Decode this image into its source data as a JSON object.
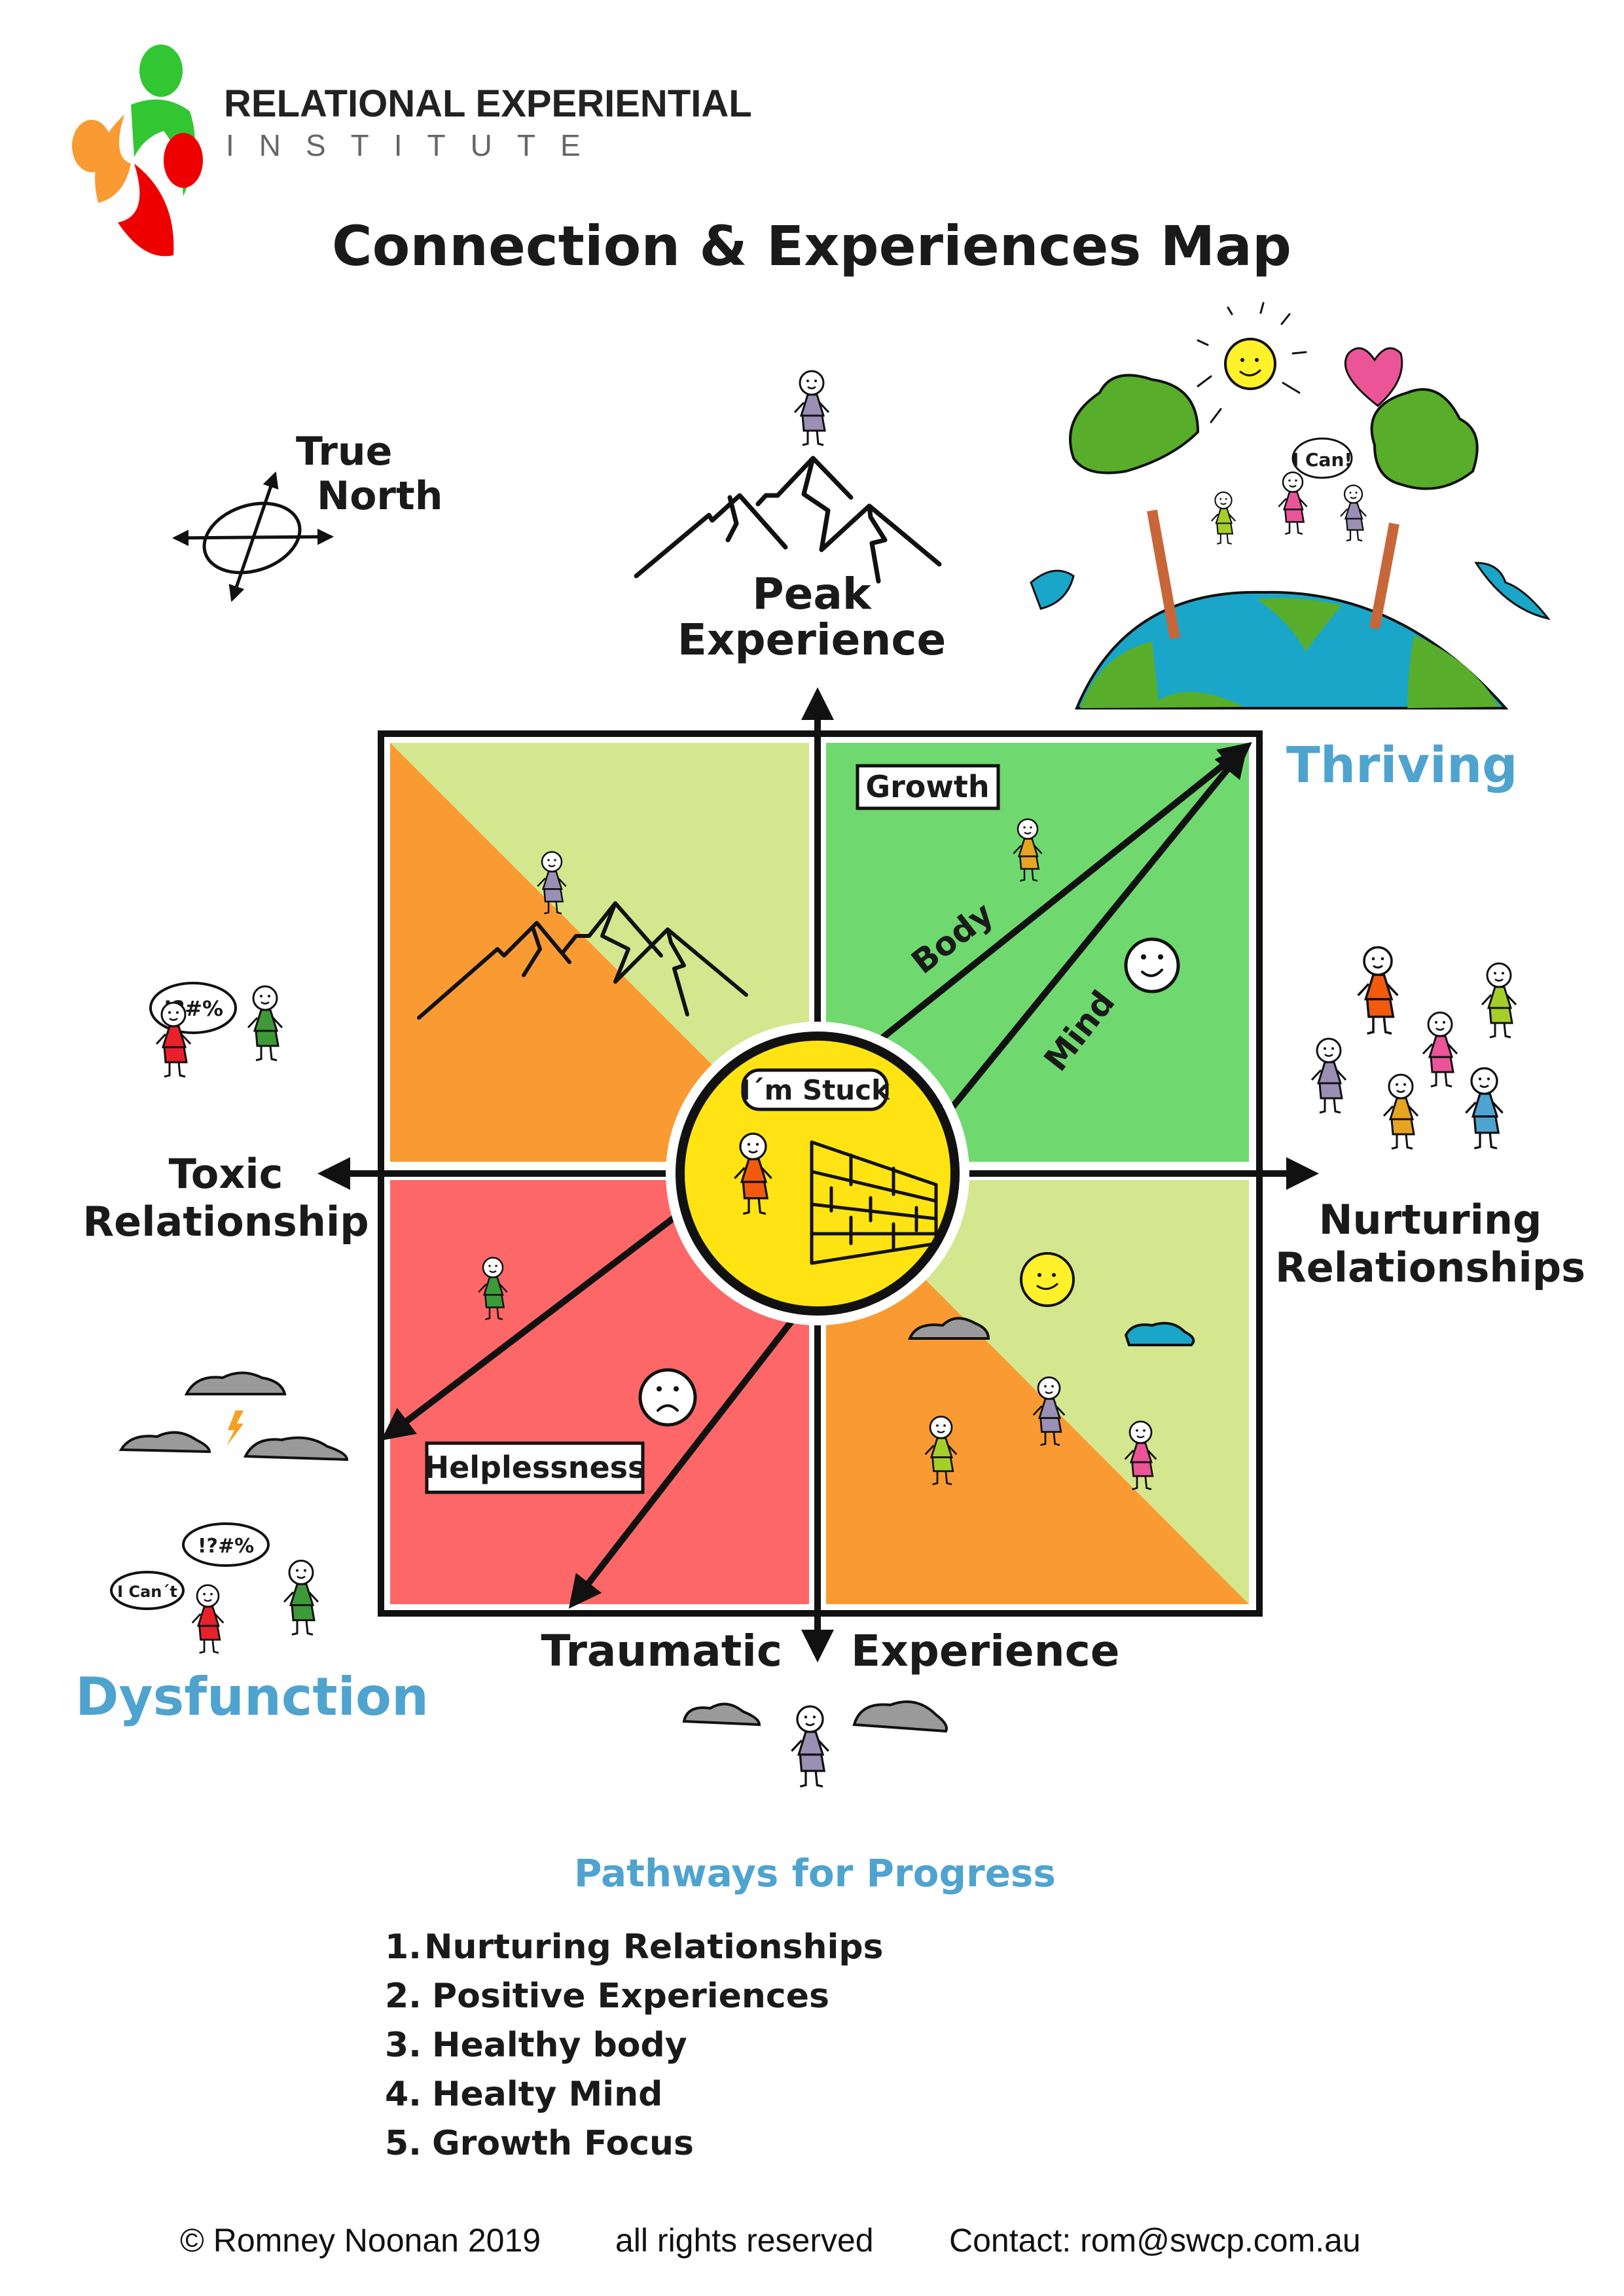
{
  "logo": {
    "line1": "RELATIONAL EXPERIENTIAL",
    "line2": "INSTITUTE",
    "colors": {
      "green": "#33c633",
      "orange": "#f99a33",
      "red": "#ee0000"
    }
  },
  "title": "Connection & Experiences Map",
  "compass": {
    "line1": "True",
    "line2": "North",
    "icon": "compass-icon"
  },
  "axes": {
    "top": {
      "line1": "Peak",
      "line2": "Experience"
    },
    "bottom": {
      "left": "Traumatic",
      "right": "Experience"
    },
    "left": {
      "line1": "Toxic",
      "line2": "Relationship"
    },
    "right": {
      "line1": "Nurturing",
      "line2": "Relationships"
    }
  },
  "corners": {
    "top_right": "Thriving",
    "bottom_left": "Dysfunction"
  },
  "quadrants": {
    "top_left": {
      "colors": [
        "#f99a33",
        "#d4e78f"
      ]
    },
    "top_right": {
      "label": "Growth",
      "color": "#6fd96f",
      "arrow_labels": [
        "Body",
        "Mind"
      ]
    },
    "bottom_left": {
      "label": "Helplessness",
      "color": "#fe6767"
    },
    "bottom_right": {
      "colors": [
        "#f99a33",
        "#d4e78f"
      ]
    }
  },
  "center": {
    "speech": "I´m Stuck",
    "color": "#ffe312"
  },
  "speech_bubbles": {
    "thriving": "I Can!",
    "toxic": "!?#%",
    "dysfunction_angry": "!?#%",
    "dysfunction_cant": "I Can´t"
  },
  "pathways": {
    "heading": "Pathways for Progress",
    "items": [
      {
        "num": "1.",
        "text": "Nurturing Relationships"
      },
      {
        "num": "2.",
        "text": "Positive Experiences"
      },
      {
        "num": "3.",
        "text": "Healthy body"
      },
      {
        "num": "4.",
        "text": "Healty Mind"
      },
      {
        "num": "5.",
        "text": "Growth Focus"
      }
    ]
  },
  "footer": {
    "copyright": "© Romney Noonan 2019",
    "rights": "all rights reserved",
    "contact": "Contact: rom@swcp.com.au"
  },
  "accent_blue": "#4fa3cf"
}
